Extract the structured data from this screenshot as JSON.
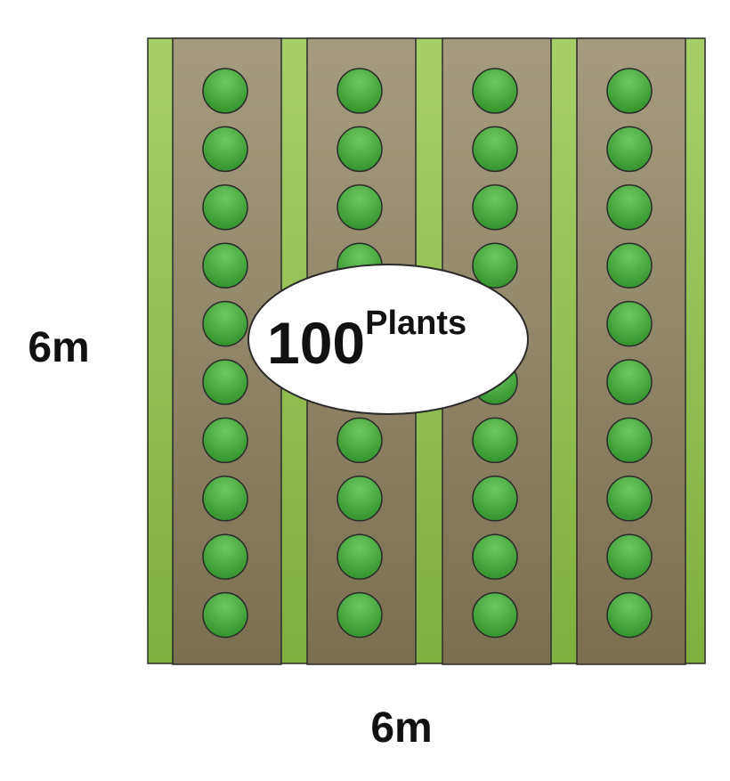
{
  "labels": {
    "height": "6m",
    "width": "6m"
  },
  "callout": {
    "count": "100",
    "unit": "Plants"
  },
  "layout": {
    "rows": 4,
    "plants_per_row": 10
  },
  "colors": {
    "grass_light": "#a6cf6a",
    "grass_dark": "#7fb03e",
    "bed_light": "#a59c7f",
    "bed_dark": "#7a6f4f",
    "plant_light": "#6ec860",
    "plant_dark": "#2f8f2a",
    "outline": "#2a2a2a",
    "callout_fill": "#ffffff"
  }
}
